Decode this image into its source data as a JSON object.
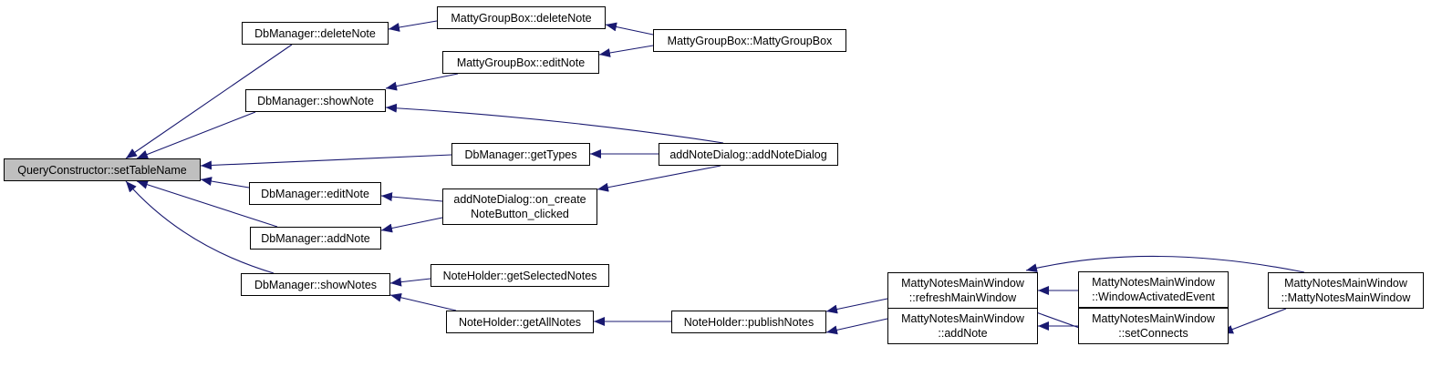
{
  "graph": {
    "edge_color": "#191970",
    "nodes": [
      {
        "id": "qc_setTableName",
        "lines": [
          "QueryConstructor::setTableName"
        ],
        "root": true
      },
      {
        "id": "db_deleteNote",
        "lines": [
          "DbManager::deleteNote"
        ]
      },
      {
        "id": "db_showNote",
        "lines": [
          "DbManager::showNote"
        ]
      },
      {
        "id": "db_getTypes",
        "lines": [
          "DbManager::getTypes"
        ]
      },
      {
        "id": "db_editNote",
        "lines": [
          "DbManager::editNote"
        ]
      },
      {
        "id": "db_addNote",
        "lines": [
          "DbManager::addNote"
        ]
      },
      {
        "id": "db_showNotes",
        "lines": [
          "DbManager::showNotes"
        ]
      },
      {
        "id": "mgb_deleteNote",
        "lines": [
          "MattyGroupBox::deleteNote"
        ]
      },
      {
        "id": "mgb_editNote",
        "lines": [
          "MattyGroupBox::editNote"
        ]
      },
      {
        "id": "mgb_ctor",
        "lines": [
          "MattyGroupBox::MattyGroupBox"
        ]
      },
      {
        "id": "and_ctor",
        "lines": [
          "addNoteDialog::addNoteDialog"
        ]
      },
      {
        "id": "and_create",
        "lines": [
          "addNoteDialog::on_create",
          "NoteButton_clicked"
        ]
      },
      {
        "id": "nh_getSelected",
        "lines": [
          "NoteHolder::getSelectedNotes"
        ]
      },
      {
        "id": "nh_getAll",
        "lines": [
          "NoteHolder::getAllNotes"
        ]
      },
      {
        "id": "nh_publish",
        "lines": [
          "NoteHolder::publishNotes"
        ]
      },
      {
        "id": "mnmw_refresh",
        "lines": [
          "MattyNotesMainWindow",
          "::refreshMainWindow"
        ]
      },
      {
        "id": "mnmw_addNote",
        "lines": [
          "MattyNotesMainWindow",
          "::addNote"
        ]
      },
      {
        "id": "mnmw_activated",
        "lines": [
          "MattyNotesMainWindow",
          "::WindowActivatedEvent"
        ]
      },
      {
        "id": "mnmw_setConnects",
        "lines": [
          "MattyNotesMainWindow",
          "::setConnects"
        ]
      },
      {
        "id": "mnmw_ctor",
        "lines": [
          "MattyNotesMainWindow",
          "::MattyNotesMainWindow"
        ]
      }
    ],
    "edges": [
      {
        "from": "qc_setTableName",
        "to": "db_deleteNote"
      },
      {
        "from": "qc_setTableName",
        "to": "db_showNote"
      },
      {
        "from": "qc_setTableName",
        "to": "db_getTypes"
      },
      {
        "from": "qc_setTableName",
        "to": "db_editNote"
      },
      {
        "from": "qc_setTableName",
        "to": "db_addNote"
      },
      {
        "from": "qc_setTableName",
        "to": "db_showNotes"
      },
      {
        "from": "db_deleteNote",
        "to": "mgb_deleteNote"
      },
      {
        "from": "mgb_deleteNote",
        "to": "mgb_ctor"
      },
      {
        "from": "db_showNote",
        "to": "mgb_editNote"
      },
      {
        "from": "mgb_editNote",
        "to": "mgb_ctor"
      },
      {
        "from": "db_showNote",
        "to": "and_ctor"
      },
      {
        "from": "db_getTypes",
        "to": "and_ctor"
      },
      {
        "from": "db_editNote",
        "to": "and_create"
      },
      {
        "from": "db_addNote",
        "to": "and_create"
      },
      {
        "from": "and_create",
        "to": "and_ctor"
      },
      {
        "from": "db_showNotes",
        "to": "nh_getSelected"
      },
      {
        "from": "db_showNotes",
        "to": "nh_getAll"
      },
      {
        "from": "nh_getAll",
        "to": "nh_publish"
      },
      {
        "from": "nh_publish",
        "to": "mnmw_refresh"
      },
      {
        "from": "nh_publish",
        "to": "mnmw_addNote"
      },
      {
        "from": "mnmw_refresh",
        "to": "mnmw_activated"
      },
      {
        "from": "mnmw_refresh",
        "to": "mnmw_setConnects"
      },
      {
        "from": "mnmw_refresh",
        "to": "mnmw_ctor"
      },
      {
        "from": "mnmw_addNote",
        "to": "mnmw_setConnects"
      },
      {
        "from": "mnmw_setConnects",
        "to": "mnmw_ctor"
      }
    ]
  }
}
